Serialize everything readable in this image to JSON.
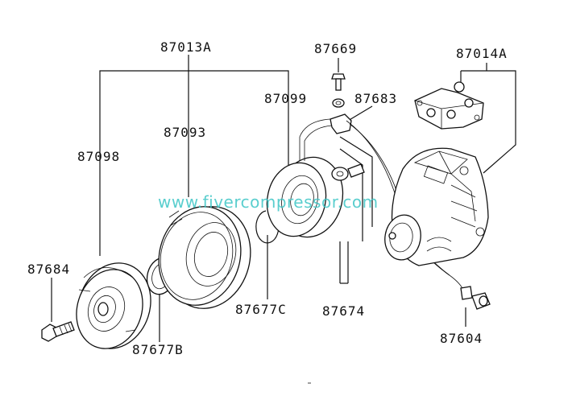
{
  "labels": {
    "p87013A": "87013A",
    "p87669": "87669",
    "p87014A": "87014A",
    "p87099": "87099",
    "p87683": "87683",
    "p87093": "87093",
    "p87098": "87098",
    "p87684": "87684",
    "p87677C": "87677C",
    "p87674": "87674",
    "p87677B": "87677B",
    "p87604": "87604"
  },
  "watermark": "www.fivercompressor.com",
  "colors": {
    "line": "#111111",
    "watermark": "#3ec6c6"
  }
}
